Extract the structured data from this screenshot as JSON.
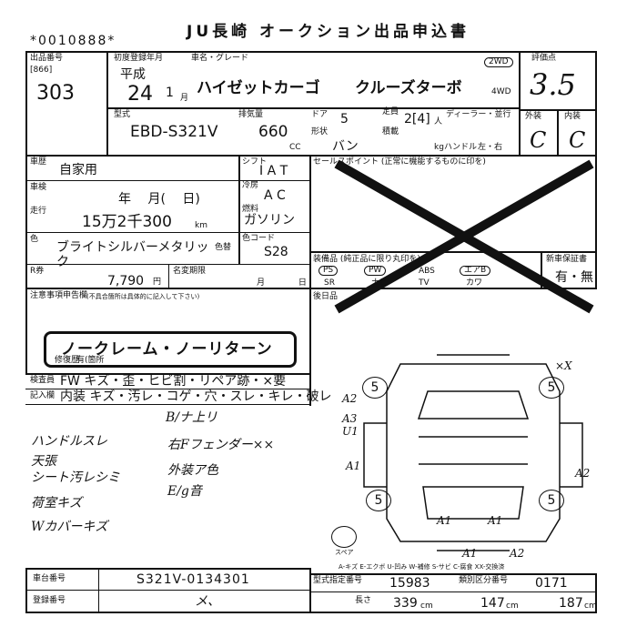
{
  "header": {
    "serial": "*0010888*",
    "title": "JU長崎 オークション出品申込書"
  },
  "lot": {
    "label": "出品番号",
    "code": "[866]",
    "number": "303"
  },
  "registration": {
    "label": "初度登録年月",
    "era": "平成",
    "year": "24",
    "month": "1",
    "month_unit": "月",
    "name_label": "車名・グレード",
    "car_name": "ハイゼットカーゴ",
    "grade": "クルーズターボ",
    "drive_selected": "2WD",
    "drive_other": "4WD"
  },
  "score": {
    "label": "評価点",
    "value": "3.5"
  },
  "exterior": {
    "label": "外装",
    "value": "C"
  },
  "interior": {
    "label": "内装",
    "value": "C"
  },
  "model": {
    "label": "型式",
    "value": "EBD-S321V",
    "displacement_label": "排気量",
    "displacement": "660",
    "cc": "CC",
    "doors_label": "ドア",
    "doors": "5",
    "capacity_label": "定員",
    "capacity": "2[4]",
    "capacity_unit": "人",
    "shape_label": "形状",
    "shape": "バン",
    "load_label": "積載",
    "load_unit": "kg",
    "handle_label": "ハンドル",
    "handle": "左・右",
    "dealer_label": "ディーラー・並行"
  },
  "details": {
    "type_label": "車歴",
    "type": "自家用",
    "shaken_label": "車検",
    "shaken": "年 月( 日)",
    "mileage_label": "走行",
    "mileage": "15万2千300",
    "mileage_unit": "km",
    "shift_label": "シフト",
    "shift": "I A T",
    "ac_label": "冷房",
    "ac": "A C",
    "fuel_label": "燃料",
    "fuel": "ガソリン",
    "color_label": "色",
    "color": "ブライトシルバーメタリック",
    "color_change_label": "色替",
    "color_code_label": "色コード",
    "color_code": "S28",
    "recycle_label": "R券",
    "recycle": "7,790",
    "recycle_unit": "円",
    "name_change_label": "名変期限",
    "name_change": "月 日"
  },
  "sales_point": {
    "label": "セールスポイント (正常に機能するものに印を)"
  },
  "equipment": {
    "label": "装備品 (純正品に限り丸印を)",
    "items": [
      "PS",
      "PW",
      "ABS",
      "エアB",
      "SR",
      "ナビ",
      "TV",
      "カワ"
    ],
    "selected": [
      "PS",
      "PW",
      "エアB"
    ],
    "spare_label": "新車保証書",
    "spare_value": "有・無"
  },
  "notes": {
    "label": "注意事項申告欄",
    "sublabel": "(不具合箇所は具体的に記入して下さい)",
    "stamp": "ノークレーム・ノーリターン",
    "history_label": "修復歴",
    "history": "有(箇所"
  },
  "after_label": "後日品",
  "inspection": {
    "line1_label": "検査員",
    "line1": "FW キズ・歪・ヒビ割・リペア跡・×要",
    "line2_label": "記入欄",
    "line2": "内装 キズ・汚レ・コゲ・穴・スレ・キレ・破レ"
  },
  "handwritten": {
    "b_pillar": "B/ナ上リ",
    "lines": [
      "ハンドルスレ",
      "天張",
      "シート汚レシミ",
      "荷室キズ",
      "Wカバーキズ"
    ],
    "fender": "右Fフェンダー××",
    "paint": "外装ア色",
    "sound": "E/g音"
  },
  "diagram": {
    "marks": [
      "A2",
      "A3",
      "U1",
      "A1",
      "A2",
      "A1",
      "A1",
      "A1",
      "A2",
      "×X"
    ],
    "tires": [
      "5",
      "5",
      "5",
      "5"
    ],
    "spare_label": "スペア",
    "legend": "A-キズ E-エクボ U-凹み W-補修 S-サビ C-腐食 XX-交換済"
  },
  "footer": {
    "frame_label": "車台番号",
    "frame": "S321V-0134301",
    "plate_label": "登録番号",
    "plate": "メ、",
    "model_id_label": "型式指定番号",
    "model_id": "15983",
    "class_label": "類別区分番号",
    "class_no": "0171",
    "length_label": "長さ",
    "length": "339",
    "width": "147",
    "height": "187",
    "unit": "cm"
  }
}
